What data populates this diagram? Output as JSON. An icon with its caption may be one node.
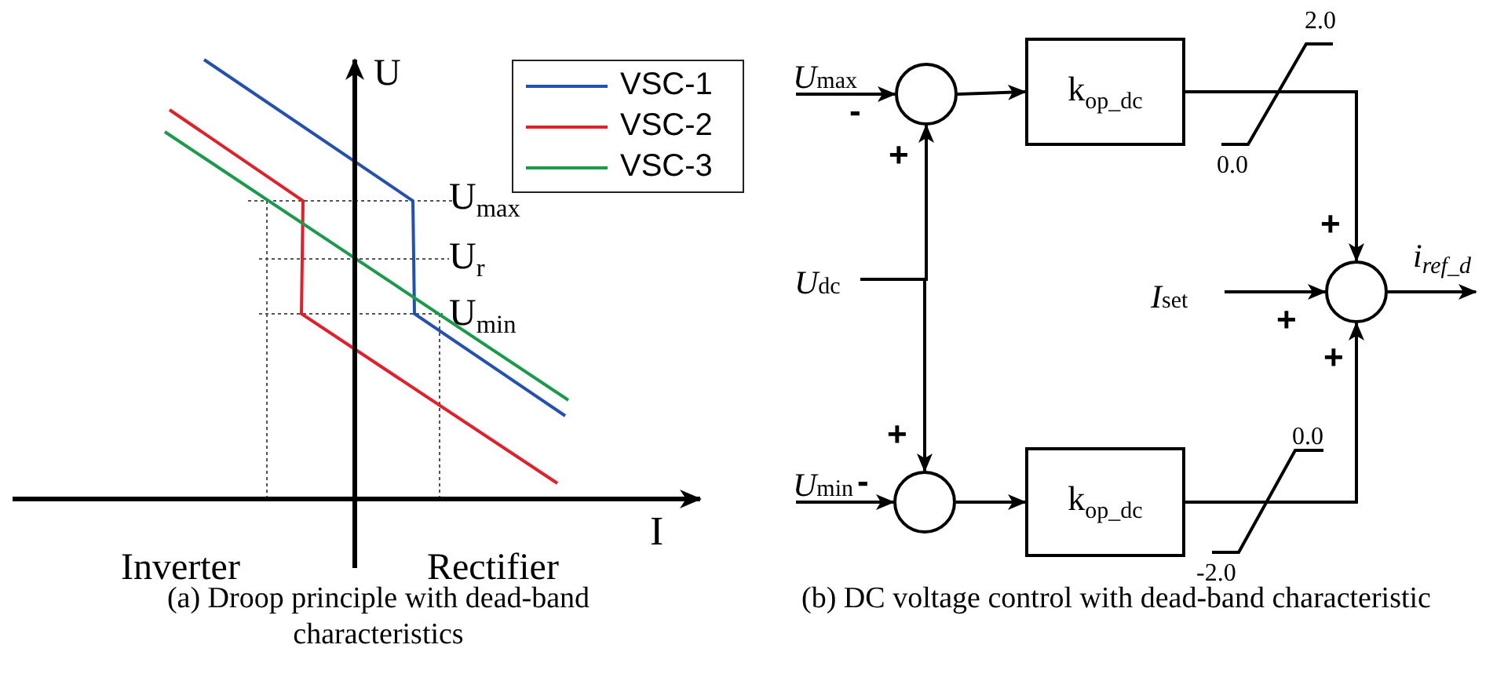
{
  "diagram": {
    "nodes": [
      {
        "text": [
          "*U*$_{max}$"
        ]
      },
      {
        "text": [],
        "shape": "circle"
      },
      {
        "text": [
          "k$_{op_dc}$"
        ]
      },
      {
        "text": [
          "*U*$_{dc}$"
        ]
      },
      {
        "text": [
          "*I*$_{set}$"
        ]
      },
      {
        "text": [],
        "shape": "circle"
      },
      {
        "text": [
          "*U*$_{min}$"
        ]
      },
      {
        "text": [],
        "shape": "circle"
      },
      {
        "text": [
          "k$_{op_dc}$"
        ]
      }
    ],
    "edges": [
      {
        "from": 0,
        "to": 1,
        "arrow": "to"
      },
      {
        "from": 3,
        "to": 1,
        "arrow": "to"
      },
      {
        "from": 3,
        "to": 7,
        "arrow": "to"
      },
      {
        "from": 6,
        "to": 7,
        "arrow": "to"
      },
      {
        "from": 1,
        "to": 2,
        "arrow": "to"
      },
      {
        "from": 7,
        "to": 8,
        "arrow": "to"
      },
      {
        "from": 2,
        "to": 5,
        "arrow": "to"
      },
      {
        "from": 8,
        "to": 5,
        "arrow": "to"
      },
      {
        "from": 4,
        "to": 5,
        "arrow": "to"
      },
      {
        "from": 5,
        "to": null,
        "arrow": "to",
        "label": "i$_{ref_d}$"
      }
    ],
    "labels": [
      "U",
      "U$_{max}$",
      "U$_{r}$",
      "U$_{min}$",
      "I",
      "Inverter",
      "Rectifier",
      "(a) Droop principle with dead-band characteristics",
      "-",
      "+",
      "2.0",
      "0.0",
      "+",
      "+",
      "+",
      "-",
      "+",
      "0.0",
      "-2.0",
      "(b) DC voltage control with dead-band characteristic"
    ],
    "legend": [
      {
        "text": "VSC-1"
      },
      {
        "text": "VSC-2"
      },
      {
        "text": "VSC-3"
      }
    ]
  }
}
